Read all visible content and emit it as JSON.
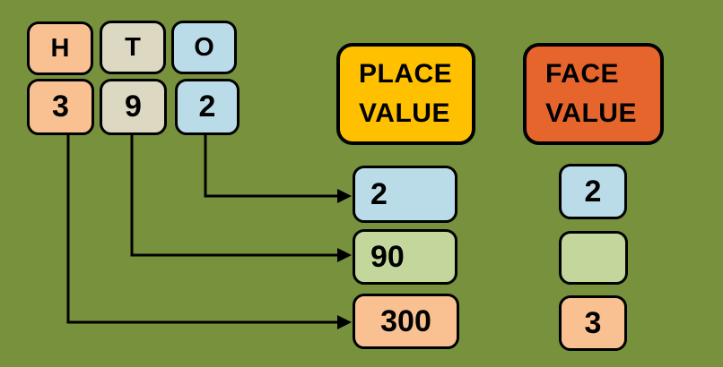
{
  "background_color": "#77913D",
  "colors": {
    "peach": "#F9C192",
    "tan": "#DCD8C2",
    "blue": "#BADCE9",
    "light_green": "#C3D69B",
    "gold": "#FFC000",
    "orange_red": "#E6652D",
    "line_black": "#000000"
  },
  "grid": {
    "columns": [
      {
        "id": "hundreds",
        "header": "H",
        "digit": "3",
        "color": "#F9C192"
      },
      {
        "id": "tens",
        "header": "T",
        "digit": "9",
        "color": "#DCD8C2"
      },
      {
        "id": "ones",
        "header": "O",
        "digit": "2",
        "color": "#BADCE9"
      }
    ]
  },
  "place_value": {
    "header_line1": "PLACE",
    "header_line2": "VALUE",
    "header_color": "#FFC000",
    "items": [
      {
        "value": "2",
        "color": "#BADCE9"
      },
      {
        "value": "90",
        "color": "#C3D69B"
      },
      {
        "value": "300",
        "color": "#F9C192"
      }
    ]
  },
  "face_value": {
    "header_line1": "FACE",
    "header_line2": "VALUE",
    "header_color": "#E6652D",
    "items": [
      {
        "value": "2",
        "color": "#BADCE9"
      },
      {
        "value": "",
        "color": "#C3D69B"
      },
      {
        "value": "3",
        "color": "#F9C192"
      }
    ]
  }
}
